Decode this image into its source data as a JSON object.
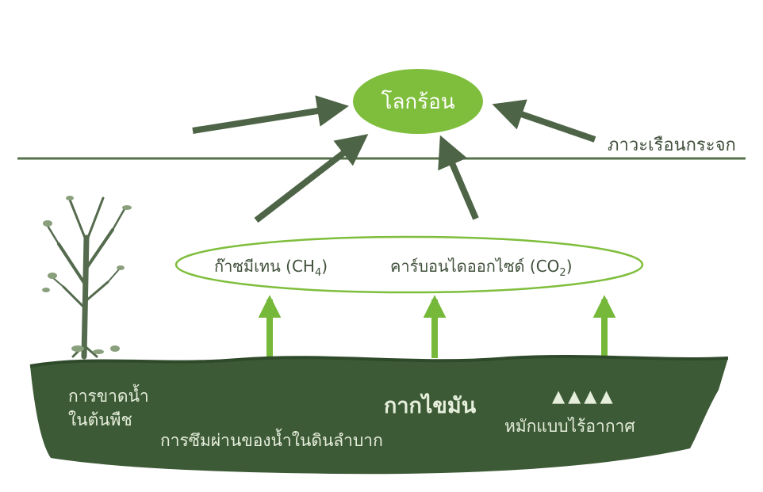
{
  "colors": {
    "dark_green": "#56714a",
    "arrow_dark": "#4d6446",
    "bright_green": "#7fbe3c",
    "light_arrow": "#76b93a",
    "soil": "#3d5a36",
    "text_dark": "#3f4f3a",
    "text_light": "#e6efdc"
  },
  "diagram": {
    "center_node": "โลกร้อน",
    "right_label": "ภาวะเรือนกระจก",
    "gases": {
      "methane": {
        "name": "ก๊าซมีเทน",
        "formula": "CH",
        "subscript": "4"
      },
      "carbon_dioxide": {
        "name": "คาร์บอนไดออกไซด์",
        "formula": "CO",
        "subscript": "2"
      }
    },
    "ground": {
      "water_loss_line1": "การขาดน้ำ",
      "water_loss_line2": "ในต้นพืช",
      "seepage": "การซึมผ่านของน้ำในดินลำบาก",
      "residue": "กากไขมัน",
      "triangles": "▲▲▲▲",
      "anaerobic": "หมักแบบไร้อากาศ"
    }
  }
}
